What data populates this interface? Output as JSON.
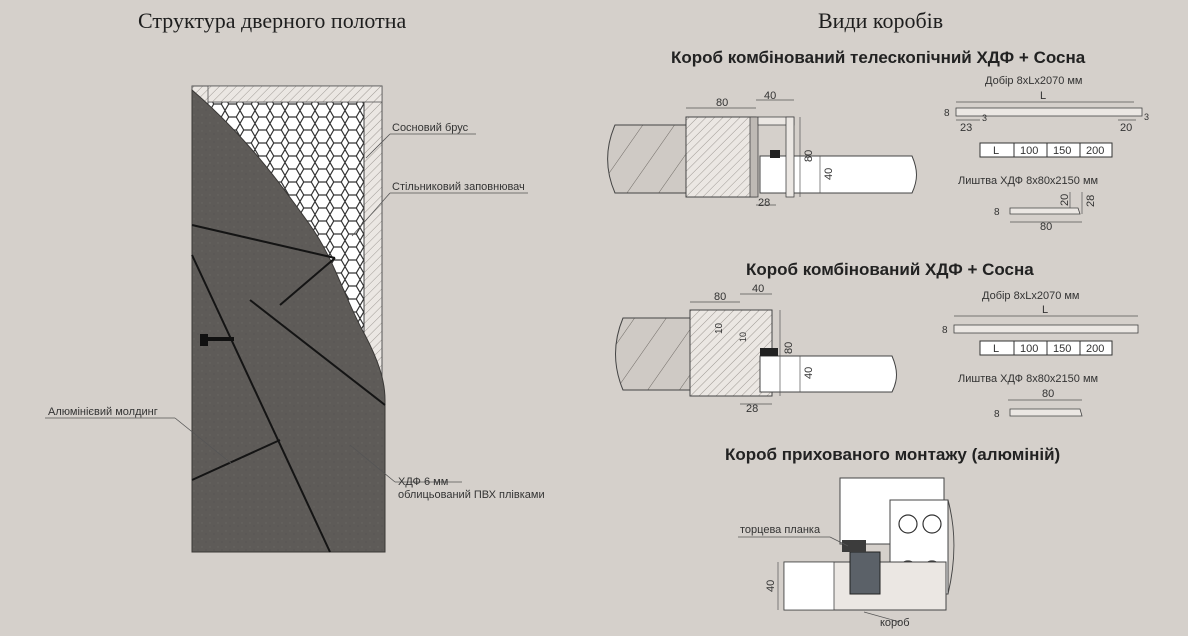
{
  "left": {
    "title": "Структура дверного полотна",
    "labels": {
      "pine": "Сосновий брус",
      "honeycomb": "Стільниковий заповнювач",
      "molding": "Алюмінієвий молдинг",
      "hdf_line1": "ХДФ 6 мм",
      "hdf_line2": "облицьований ПВХ плівками"
    }
  },
  "right": {
    "title": "Види коробів",
    "box1": {
      "title": "Короб комбінований телескопічний ХДФ + Сосна",
      "dims": {
        "w80": "80",
        "w40": "40",
        "h80": "80",
        "h40": "40",
        "w28": "28"
      },
      "extension_title": "Добір 8хLх2070 мм",
      "ext_L": "L",
      "ext_8": "8",
      "ext_3a": "3",
      "ext_3b": "3",
      "ext_23": "23",
      "ext_20": "20",
      "sizes": [
        "L",
        "100",
        "150",
        "200"
      ],
      "casing_title": "Лиштва ХДФ 8х80х2150 мм",
      "cas_8": "8",
      "cas_20": "20",
      "cas_28": "28",
      "cas_80": "80"
    },
    "box2": {
      "title": "Короб комбінований ХДФ + Сосна",
      "dims": {
        "w80": "80",
        "w40": "40",
        "h80": "80",
        "h40": "40",
        "w28": "28",
        "d10": "10",
        "d10b": "10"
      },
      "extension_title": "Добір 8хLх2070 мм",
      "ext_L": "L",
      "ext_8": "8",
      "sizes": [
        "L",
        "100",
        "150",
        "200"
      ],
      "casing_title": "Лиштва ХДФ 8х80х2150 мм",
      "cas_8": "8",
      "cas_80": "80"
    },
    "box3": {
      "title": "Короб прихованого монтажу (алюміній)",
      "label_end_strip": "торцева планка",
      "label_frame": "короб",
      "dim_40": "40"
    }
  }
}
